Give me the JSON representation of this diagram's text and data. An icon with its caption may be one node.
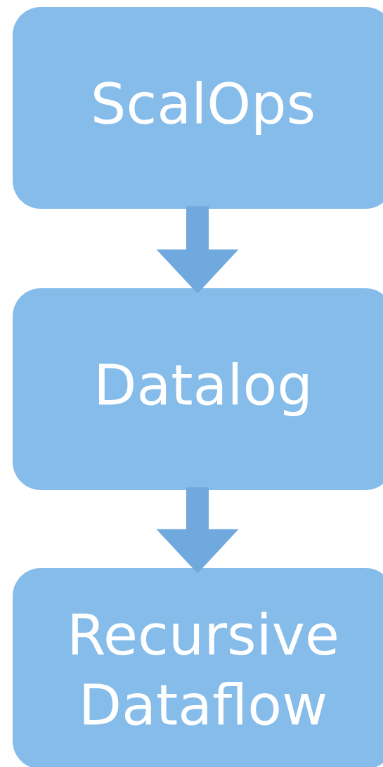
{
  "diagram": {
    "nodes": [
      {
        "text": [
          "ScalOps"
        ]
      },
      {
        "text": [
          "Datalog"
        ]
      },
      {
        "text": [
          "Recursive Dataflow"
        ]
      }
    ],
    "edges": [
      {
        "from": 0,
        "to": 1,
        "arrow": "to"
      },
      {
        "from": 1,
        "to": 2,
        "arrow": "to"
      }
    ]
  }
}
